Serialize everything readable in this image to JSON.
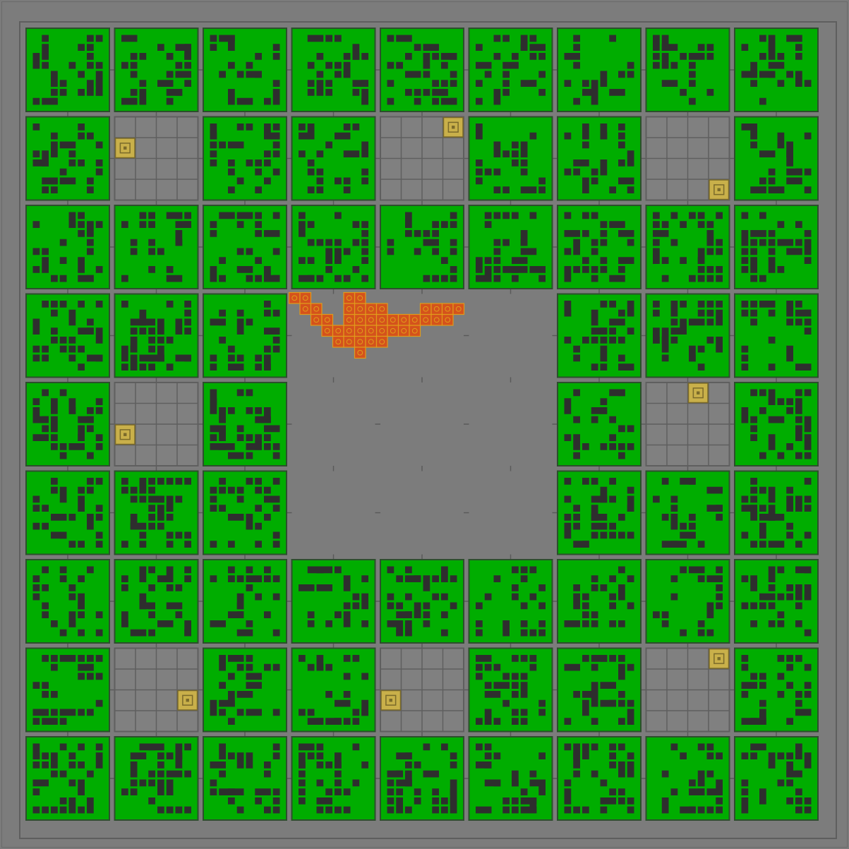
{
  "game": {
    "name": "",
    "palette": {
      "background": "#7c7c7c",
      "frame": "#5e5e5e",
      "block_fill": "#00ad00",
      "block_border": "#2d4f2d",
      "wall_cell": "#2e2e2e",
      "empty_grid_line": "#5f5f5f",
      "powerup_fill": "#c9b04a",
      "powerup_border": "#7a6a2a",
      "explosion_fill": "#d4521c",
      "explosion_border": "#e09b1a"
    },
    "grid": {
      "rows": 9,
      "cols": 9,
      "open_center_rows": [
        3,
        4,
        5
      ],
      "open_center_cols": [
        3,
        4,
        5
      ],
      "cells": [
        [
          "green",
          "green",
          "green",
          "green",
          "green",
          "green",
          "green",
          "green",
          "green"
        ],
        [
          "green",
          "empty",
          "green",
          "green",
          "empty",
          "green",
          "green",
          "empty",
          "green"
        ],
        [
          "green",
          "green",
          "green",
          "green",
          "green",
          "green",
          "green",
          "green",
          "green"
        ],
        [
          "green",
          "green",
          "green",
          "open",
          "open",
          "open",
          "green",
          "green",
          "green"
        ],
        [
          "green",
          "empty",
          "green",
          "open",
          "open",
          "open",
          "green",
          "empty",
          "green"
        ],
        [
          "green",
          "green",
          "green",
          "open",
          "open",
          "open",
          "green",
          "green",
          "green"
        ],
        [
          "green",
          "green",
          "green",
          "green",
          "green",
          "green",
          "green",
          "green",
          "green"
        ],
        [
          "green",
          "empty",
          "green",
          "green",
          "empty",
          "green",
          "green",
          "empty",
          "green"
        ],
        [
          "green",
          "green",
          "green",
          "green",
          "green",
          "green",
          "green",
          "green",
          "green"
        ]
      ]
    },
    "powerups": [
      {
        "name": "powerup-token",
        "row": 1,
        "col": 1,
        "sub_col": 0,
        "sub_row": 1
      },
      {
        "name": "powerup-token",
        "row": 1,
        "col": 4,
        "sub_col": 3,
        "sub_row": 0
      },
      {
        "name": "powerup-token",
        "row": 1,
        "col": 7,
        "sub_col": 3,
        "sub_row": 3
      },
      {
        "name": "powerup-token",
        "row": 4,
        "col": 1,
        "sub_col": 0,
        "sub_row": 2
      },
      {
        "name": "powerup-token",
        "row": 4,
        "col": 7,
        "sub_col": 2,
        "sub_row": 0
      },
      {
        "name": "powerup-token",
        "row": 7,
        "col": 1,
        "sub_col": 3,
        "sub_row": 2
      },
      {
        "name": "powerup-token",
        "row": 7,
        "col": 4,
        "sub_col": 0,
        "sub_row": 2
      },
      {
        "name": "powerup-token",
        "row": 7,
        "col": 7,
        "sub_col": 3,
        "sub_row": 0
      }
    ],
    "explosion": {
      "name": "fire-cluster",
      "cells": [
        [
          0,
          0
        ],
        [
          0,
          1
        ],
        [
          1,
          1
        ],
        [
          1,
          2
        ],
        [
          2,
          2
        ],
        [
          2,
          3
        ],
        [
          3,
          3
        ],
        [
          3,
          4
        ],
        [
          3,
          5
        ],
        [
          2,
          5
        ],
        [
          2,
          6
        ],
        [
          1,
          6
        ],
        [
          0,
          6
        ],
        [
          0,
          5
        ],
        [
          1,
          5
        ],
        [
          1,
          7
        ],
        [
          2,
          7
        ],
        [
          2,
          8
        ],
        [
          3,
          8
        ],
        [
          3,
          9
        ],
        [
          3,
          10
        ],
        [
          3,
          11
        ],
        [
          2,
          11
        ],
        [
          2,
          12
        ],
        [
          1,
          12
        ],
        [
          1,
          13
        ],
        [
          2,
          13
        ],
        [
          2,
          14
        ],
        [
          1,
          14
        ],
        [
          1,
          15
        ],
        [
          4,
          4
        ],
        [
          4,
          5
        ],
        [
          4,
          6
        ],
        [
          5,
          6
        ],
        [
          4,
          7
        ],
        [
          3,
          6
        ],
        [
          3,
          7
        ],
        [
          1,
          8
        ],
        [
          2,
          9
        ],
        [
          2,
          10
        ],
        [
          4,
          8
        ]
      ]
    }
  }
}
